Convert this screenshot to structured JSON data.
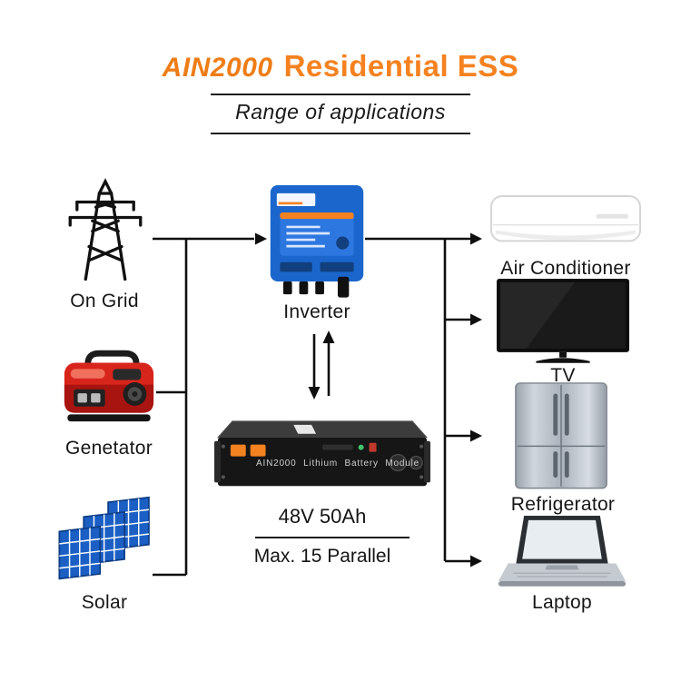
{
  "header": {
    "logo": "AIN2000",
    "title": "Residential ESS",
    "subtitle": "Range of applications"
  },
  "sources": [
    {
      "label": "On Grid",
      "icon": "transmission-tower-icon"
    },
    {
      "label": "Genetator",
      "icon": "generator-icon"
    },
    {
      "label": "Solar",
      "icon": "solar-panels-icon"
    }
  ],
  "system": {
    "inverter_label": "Inverter",
    "battery_front_text": "AIN2000 Lithium Battery Module",
    "battery_spec": "48V 50Ah",
    "battery_parallel": "Max. 15 Parallel"
  },
  "loads": [
    {
      "label": "Air Conditioner",
      "icon": "air-conditioner-icon"
    },
    {
      "label": "TV",
      "icon": "tv-icon"
    },
    {
      "label": "Refrigerator",
      "icon": "refrigerator-icon"
    },
    {
      "label": "Laptop",
      "icon": "laptop-icon"
    }
  ],
  "colors": {
    "accent_orange": "#F58220",
    "line_black": "#111111",
    "inverter_blue": "#1B66CC",
    "generator_red": "#D8251C",
    "solar_blue": "#1B5FC4"
  }
}
